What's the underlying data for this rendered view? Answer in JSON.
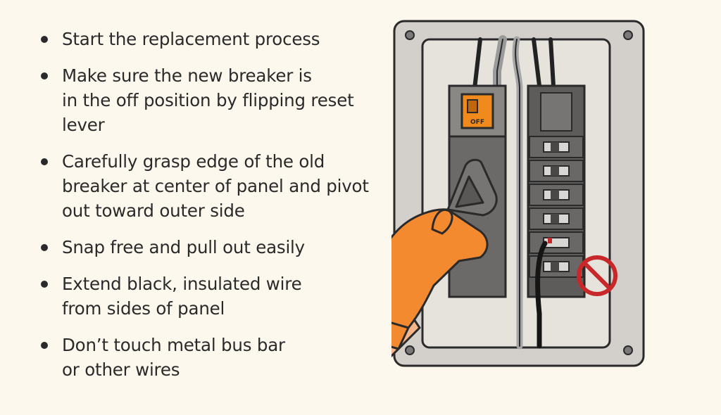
{
  "instructions": [
    {
      "lines": [
        "Start the replacement process"
      ]
    },
    {
      "lines": [
        "Make sure the new breaker is",
        "in the off position by flipping reset",
        "lever"
      ]
    },
    {
      "lines": [
        "Carefully grasp edge of the old",
        "breaker at center of panel and pivot",
        "out toward outer side"
      ]
    },
    {
      "lines": [
        "Snap free and pull out easily"
      ]
    },
    {
      "lines": [
        "Extend black, insulated wire",
        "from sides of panel"
      ]
    },
    {
      "lines": [
        "Don’t touch metal bus bar",
        "or other wires"
      ]
    }
  ],
  "illustration": {
    "breaker_label": "OFF",
    "icons": [
      "breaker-panel-icon",
      "orange-gloved-hand-icon",
      "prohibited-icon"
    ],
    "colors": {
      "background": "#fdf8ed",
      "text": "#2a2a2a",
      "panel_frame": "#d3d0cc",
      "breaker_accent": "#f08a1c",
      "glove": "#f48a30",
      "prohibited": "#c8282a"
    }
  }
}
